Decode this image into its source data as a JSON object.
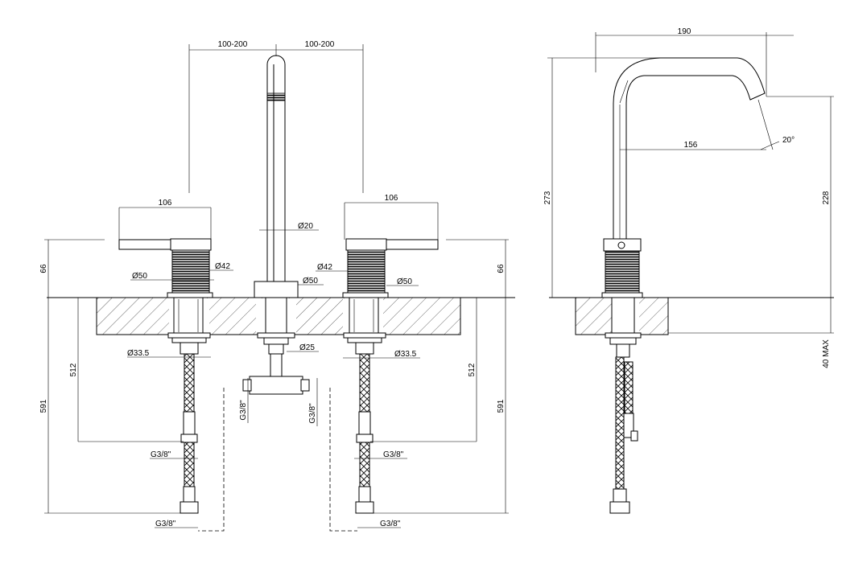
{
  "front_view": {
    "dim_spacing_left": "100-200",
    "dim_spacing_right": "100-200",
    "dim_handle_left": "106",
    "dim_handle_right": "106",
    "dim_spout_dia": "Ø20",
    "dim_left_body_dia": "Ø42",
    "dim_left_base_dia": "Ø50",
    "dim_right_body_dia": "Ø42",
    "dim_spout_base_dia": "Ø50",
    "dim_right_base_dia": "Ø50",
    "dim_height_left": "66",
    "dim_height_right": "66",
    "dim_left_shank_dia": "Ø33.5",
    "dim_right_shank_dia": "Ø33.5",
    "dim_spout_shank_dia": "Ø25",
    "dim_hose_left": "512",
    "dim_hose_right": "512",
    "dim_total_left": "591",
    "dim_total_right": "591",
    "thread_left_upper": "G3/8\"",
    "thread_right_upper": "G3/8\"",
    "thread_left_lower": "G3/8\"",
    "thread_right_lower": "G3/8\"",
    "thread_tee_left": "G3/8\"",
    "thread_tee_right": "G3/8\""
  },
  "side_view": {
    "dim_reach": "190",
    "dim_outlet_reach": "156",
    "dim_angle": "20°",
    "dim_total_height": "273",
    "dim_outlet_height": "228",
    "dim_deck_max": "40 MAX"
  }
}
